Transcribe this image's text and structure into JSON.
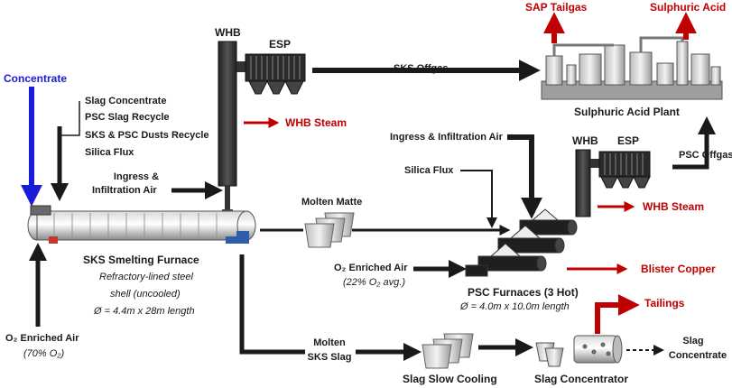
{
  "labels": {
    "concentrate": "Concentrate",
    "feeds": [
      "Slag Concentrate",
      "PSC Slag Recycle",
      "SKS & PSC Dusts Recycle",
      "Silica Flux"
    ],
    "ingress_1_line1": "Ingress &",
    "ingress_1_line2": "Infiltration Air",
    "whb_1": "WHB",
    "esp_1": "ESP",
    "sks_offgas": "SKS  Offgas",
    "whb_steam_1": "WHB Steam",
    "sap_tailgas": "SAP Tailgas",
    "sulphuric_acid": "Sulphuric Acid",
    "acid_plant": "Sulphuric Acid Plant",
    "ingress_2": "Ingress & Infiltration Air",
    "silica_flux_2": "Silica Flux",
    "whb_2": "WHB",
    "esp_2": "ESP",
    "psc_offgas": "PSC Offgas",
    "whb_steam_2": "WHB Steam",
    "molten_matte": "Molten Matte",
    "sks_furnace": "SKS Smelting Furnace",
    "sks_desc_1": "Refractory-lined steel",
    "sks_desc_2": "shell (uncooled)",
    "sks_desc_3": "Ø = 4.4m x 28m length",
    "o2_air_1": "O₂ Enriched Air",
    "o2_air_1_note": "(70% O₂)",
    "o2_air_2": "O₂ Enriched Air",
    "o2_air_2_note": "(22% O₂ avg.)",
    "psc_furnaces": "PSC Furnaces (3 Hot)",
    "psc_desc": "Ø = 4.0m x 10.0m length",
    "blister_copper": "Blister Copper",
    "tailings": "Tailings",
    "molten_sks_slag_1": "Molten",
    "molten_sks_slag_2": "SKS Slag",
    "slag_slow_cooling": "Slag Slow Cooling",
    "slag_concentrator": "Slag Concentrator",
    "slag_conc_1": "Slag",
    "slag_conc_2": "Concentrate"
  },
  "colors": {
    "main_arrow": "#1a1a1a",
    "product": "#c00000",
    "feed": "#1a1adb",
    "equipment": "#3a3a3a"
  }
}
